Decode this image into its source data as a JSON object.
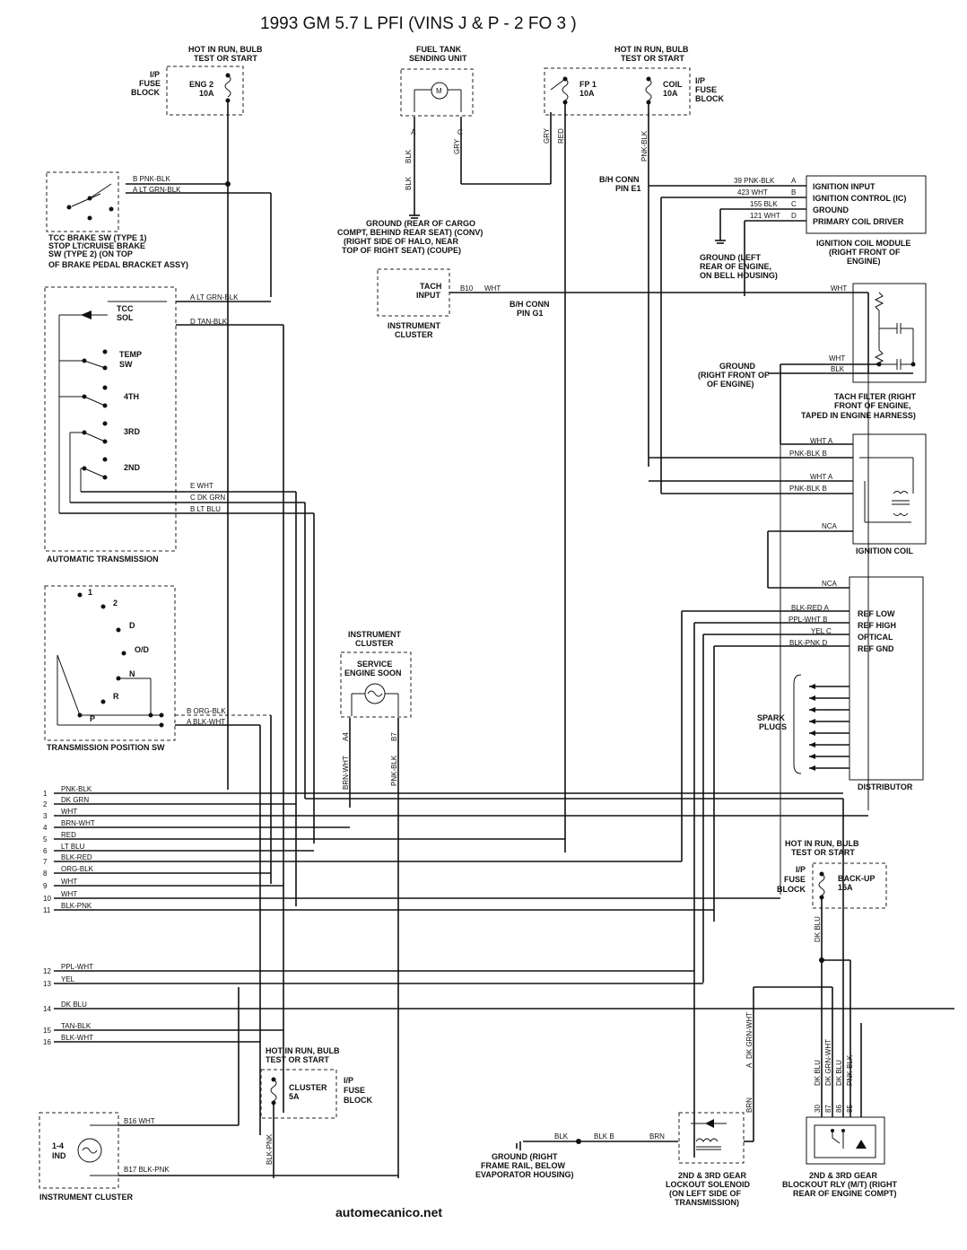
{
  "title": "1993 GM 5.7 L  PFI (VINS J & P - 2 FO 3 )",
  "footer": "automecanico.net",
  "fuse_top_left": {
    "header1": "HOT IN RUN, BULB",
    "header2": "TEST OR START",
    "side1": "I/P",
    "side2": "FUSE",
    "side3": "BLOCK",
    "name": "ENG 2",
    "amps": "10A"
  },
  "fuel_tank": {
    "l1": "FUEL TANK",
    "l2": "SENDING UNIT",
    "motor": "M",
    "pin_a": "A",
    "pin_c": "C",
    "wire_a": "BLK",
    "wire_c": "GRY",
    "wire_blk": "BLK"
  },
  "ground_cargo": {
    "l1": "GROUND (REAR OF CARGO",
    "l2": "COMPT, BEHIND REAR SEAT) (CONV)",
    "l3": "(RIGHT SIDE OF HALO, NEAR",
    "l4": "TOP OF RIGHT SEAT) (COUPE)"
  },
  "fuse_top_right": {
    "header1": "HOT IN RUN, BULB",
    "header2": "TEST OR START",
    "fp_name": "FP 1",
    "fp_amps": "10A",
    "coil_name": "COIL",
    "coil_amps": "10A",
    "side1": "I/P",
    "side2": "FUSE",
    "side3": "BLOCK",
    "w1": "GRY",
    "w2": "RED",
    "w3": "PNK-BLK"
  },
  "bh_e1": {
    "l1": "B/H CONN",
    "l2": "PIN E1"
  },
  "ign_module": {
    "w1": "39 PNK-BLK",
    "p1": "A",
    "w2": "423 WHT",
    "p2": "B",
    "w3": "155 BLK",
    "p3": "C",
    "w4": "121 WHT",
    "p4": "D",
    "t1": "IGNITION INPUT",
    "t2": "IGNITION CONTROL (IC)",
    "t3": "GROUND",
    "t4": "PRIMARY COIL DRIVER",
    "c1": "IGNITION COIL MODULE",
    "c2": "(RIGHT FRONT OF",
    "c3": "ENGINE)"
  },
  "ground_left_rear": {
    "l1": "GROUND (LEFT",
    "l2": "REAR OF ENGINE,",
    "l3": "ON BELL HOUSING)"
  },
  "tcc_sw": {
    "wire_b": "B  PNK-BLK",
    "wire_a": "A  LT GRN-BLK",
    "l1": "TCC BRAKE SW (TYPE 1)",
    "l2": "STOP LT/CRUISE BRAKE",
    "l3": "SW (TYPE 2) (ON TOP",
    "l4": "OF BRAKE PEDAL BRACKET ASSY)"
  },
  "tach": {
    "l1": "TACH",
    "l2": "INPUT",
    "pin": "B10",
    "wire": "WHT",
    "c1": "INSTRUMENT",
    "c2": "CLUSTER",
    "bh1": "B/H CONN",
    "bh2": "PIN G1"
  },
  "auto_trans": {
    "w_a": "A  LT GRN-BLK",
    "w_d": "D  TAN-BLK",
    "tcc": "TCC",
    "sol": "SOL",
    "temp": "TEMP",
    "sw": "SW",
    "g4": "4TH",
    "g3": "3RD",
    "g2": "2ND",
    "w_e": "E  WHT",
    "w_c": "C  DK GRN",
    "w_b": "B  LT BLU",
    "caption": "AUTOMATIC TRANSMISSION"
  },
  "tach_filter": {
    "wht1": "WHT",
    "wht2": "WHT",
    "blk": "BLK",
    "g1": "GROUND",
    "g2": "(RIGHT FRONT OF",
    "g3": "OF ENGINE)",
    "c1": "TACH FILTER (RIGHT",
    "c2": "FRONT OF ENGINE,",
    "c3": "TAPED IN ENGINE HARNESS)"
  },
  "ign_coil": {
    "r1": "WHT  A",
    "r2": "PNK-BLK  B",
    "r3": "WHT  A",
    "r4": "PNK-BLK  B",
    "nca": "NCA",
    "caption": "IGNITION COIL"
  },
  "distributor": {
    "nca": "NCA",
    "w1": "BLK-RED  A",
    "w2": "PPL-WHT  B",
    "w3": "YEL  C",
    "w4": "BLK-PNK  D",
    "t1": "REF LOW",
    "t2": "REF HIGH",
    "t3": "OPTICAL",
    "t4": "REF GND",
    "sp1": "SPARK",
    "sp2": "PLUGS",
    "caption": "DISTRIBUTOR"
  },
  "trans_pos": {
    "p1": "1",
    "p2": "2",
    "pd": "D",
    "pod": "O/D",
    "pn": "N",
    "pr": "R",
    "pp": "P",
    "wb": "B  ORG-BLK",
    "wa": "A  BLK-WHT",
    "caption": "TRANSMISSION POSITION SW"
  },
  "ses": {
    "c1": "INSTRUMENT",
    "c2": "CLUSTER",
    "l1": "SERVICE",
    "l2": "ENGINE SOON",
    "w1": "BRN-WHT",
    "p1": "A4",
    "w2": "PNK-BLK",
    "p2": "B7"
  },
  "bus": [
    {
      "n": "1",
      "c": "PNK-BLK"
    },
    {
      "n": "2",
      "c": "DK GRN"
    },
    {
      "n": "3",
      "c": "WHT"
    },
    {
      "n": "4",
      "c": "BRN-WHT"
    },
    {
      "n": "5",
      "c": "RED"
    },
    {
      "n": "6",
      "c": "LT BLU"
    },
    {
      "n": "7",
      "c": "BLK-RED"
    },
    {
      "n": "8",
      "c": "ORG-BLK"
    },
    {
      "n": "9",
      "c": "WHT"
    },
    {
      "n": "10",
      "c": "WHT"
    },
    {
      "n": "11",
      "c": "BLK-PNK"
    },
    {
      "n": "12",
      "c": "PPL-WHT"
    },
    {
      "n": "13",
      "c": "YEL"
    },
    {
      "n": "14",
      "c": "DK BLU"
    },
    {
      "n": "15",
      "c": "TAN-BLK"
    },
    {
      "n": "16",
      "c": "BLK-WHT"
    }
  ],
  "backup_fuse": {
    "h1": "HOT IN RUN, BULB",
    "h2": "TEST OR START",
    "s1": "I/P",
    "s2": "FUSE",
    "s3": "BLOCK",
    "name": "BACK-UP",
    "amps": "15A",
    "wire": "DK BLU"
  },
  "cluster_fuse": {
    "h1": "HOT IN RUN, BULB",
    "h2": "TEST OR START",
    "name": "CLUSTER",
    "amps": "5A",
    "s1": "I/P",
    "s2": "FUSE",
    "s3": "BLOCK",
    "wire": "BLK-PNK"
  },
  "cluster_ind": {
    "w1": "B16  WHT",
    "w2": "B17  BLK-PNK",
    "ind1": "1-4",
    "ind2": "IND",
    "caption": "INSTRUMENT CLUSTER"
  },
  "ground_frame": {
    "l1": "GROUND (RIGHT",
    "l2": "FRAME RAIL, BELOW",
    "l3": "EVAPORATOR HOUSING)",
    "w1": "BLK",
    "w2": "BLK  B",
    "w3": "BRN"
  },
  "solenoid": {
    "l1": "2ND & 3RD GEAR",
    "l2": "LOCKOUT SOLENOID",
    "l3": "(ON LEFT SIDE OF",
    "l4": "TRANSMISSION)",
    "wa": "BRN",
    "pa": "A",
    "wb": "DK GRN-WHT"
  },
  "relay": {
    "w30": "DK BLU",
    "w87": "DK GRN-WHT",
    "w86": "DK BLU",
    "w85": "PNK-BLK",
    "p30": "30",
    "p87": "87",
    "p86": "86",
    "p85": "85",
    "l1": "2ND & 3RD GEAR",
    "l2": "BLOCKOUT RLY (M/T) (RIGHT",
    "l3": "REAR OF ENGINE COMPT)"
  }
}
